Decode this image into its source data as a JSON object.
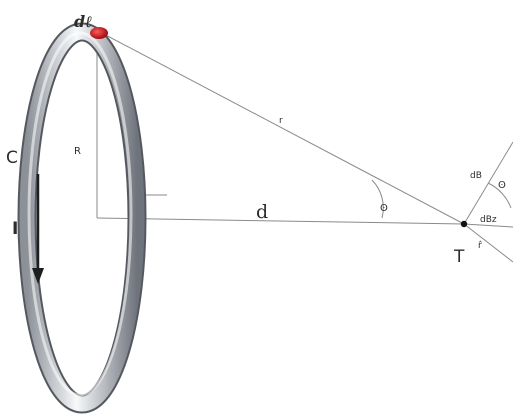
{
  "diagram": {
    "labels": {
      "dl": "dℓ",
      "C": "C",
      "I": "I",
      "R": "R",
      "r": "r",
      "d": "d",
      "theta_left": "ʘ",
      "theta_right": "ʘ",
      "dB": "dB",
      "dBz": "dBz",
      "T": "T",
      "r_hat": "r̂"
    },
    "colors": {
      "ring_light": "#f4f6f8",
      "ring_mid": "#c8ccd2",
      "ring_dark": "#7d828a",
      "current_element": "#c8141c",
      "line": "#8a8a8a",
      "text": "#2c2c2c"
    },
    "icons": {
      "current_arrow": "down-arrow",
      "point_T": "dot"
    }
  }
}
